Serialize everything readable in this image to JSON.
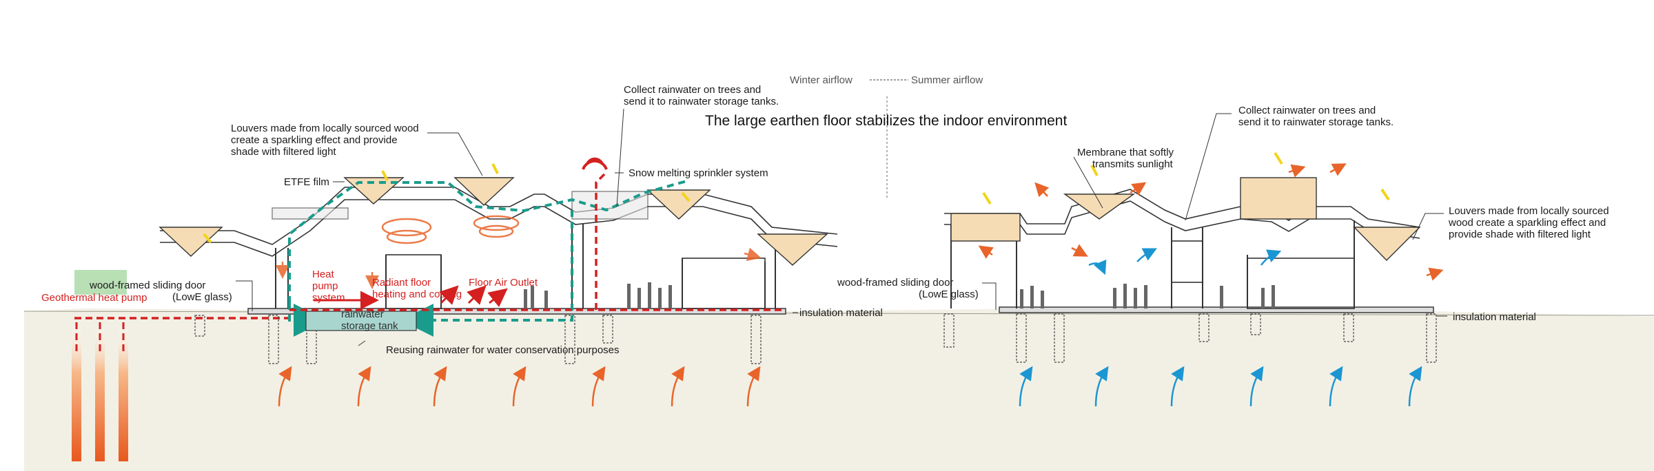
{
  "title": "The large earthen floor stabilizes the indoor environment",
  "airflow_legend": {
    "winter": "Winter airflow",
    "summer": "Summer airflow"
  },
  "colors": {
    "ground": "#f2f0e5",
    "heat_red": "#d42020",
    "water_teal": "#1a9c8c",
    "warm_orange": "#e8642a",
    "cool_blue": "#1b96d2",
    "sun_yellow": "#f2d41a",
    "roof_fill": "#f5dcb4",
    "geo_green": "#b9dfb5"
  },
  "winter_section": {
    "louvers_note": [
      "Louvers made from locally sourced wood",
      "create a sparkling effect and provide",
      "shade with filtered light"
    ],
    "rainwater_note": [
      "Collect rainwater on trees and",
      "send it to rainwater storage tanks."
    ],
    "etfe_film": "ETFE film",
    "snow_melting": "Snow melting sprinkler system",
    "door_note": [
      "wood-framed sliding door",
      "(LowE glass)"
    ],
    "geothermal": "Geothermal heat pump",
    "heat_pump": [
      "Heat",
      "pump",
      "system"
    ],
    "radiant_floor": [
      "Radiant floor",
      "heating and cooling"
    ],
    "floor_outlet": "Floor Air Outlet",
    "insulation": "insulation material",
    "storage_tank": [
      "rainwater",
      "storage tank"
    ],
    "reusing_note": "Reusing rainwater for water conservation purposes"
  },
  "summer_section": {
    "membrane_note": [
      "Membrane that softly",
      "transmits sunlight"
    ],
    "rainwater_note": [
      "Collect rainwater on trees and",
      "send it to rainwater storage tanks."
    ],
    "louvers_note": [
      "Louvers made from locally sourced",
      "wood create a sparkling effect and",
      "provide shade with filtered light"
    ],
    "door_note": [
      "wood-framed sliding door",
      "(LowE glass)"
    ],
    "insulation": "insulation material"
  }
}
